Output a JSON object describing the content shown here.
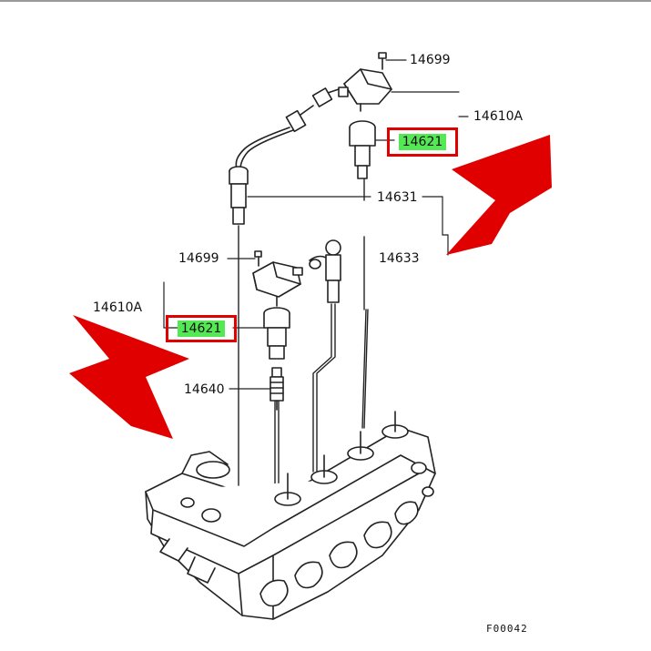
{
  "colors": {
    "arrow": "#e00000",
    "highlight": "#55e855",
    "box_border": "#e00000",
    "ink": "#111111"
  },
  "labels": {
    "bolt_top": "14699",
    "coil_top_group": "14610A",
    "coil_top_boot": "14621",
    "boot_left": "14631",
    "bracket_note": "14633",
    "bolt_mid": "14699",
    "coil_mid_group": "14610A",
    "coil_mid_boot": "14621",
    "spark_plug": "14640"
  },
  "figure_code": "F00042",
  "highlighted_parts": [
    "14621",
    "14621"
  ],
  "arrows": [
    "arrow-right-pointer",
    "arrow-left-pointer"
  ]
}
